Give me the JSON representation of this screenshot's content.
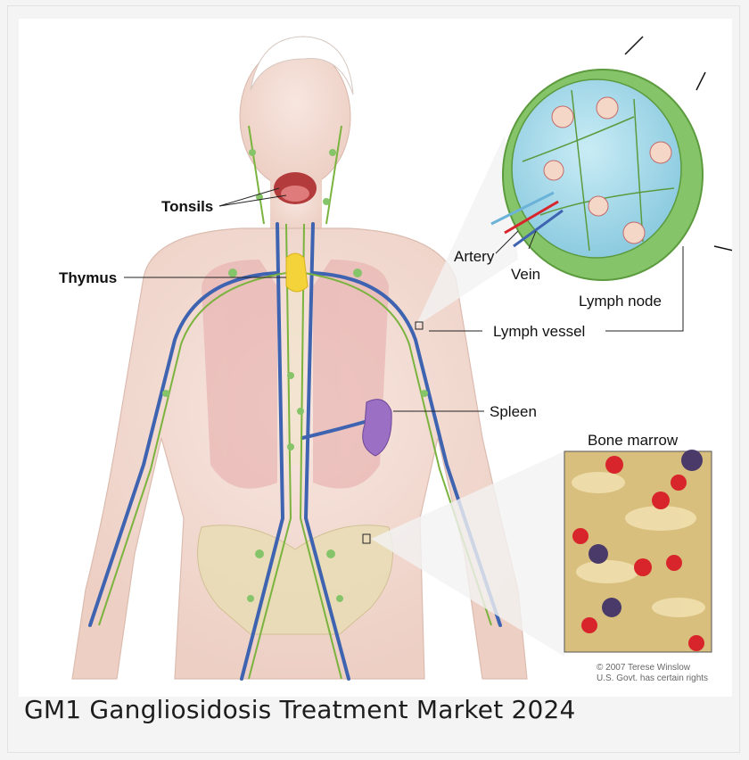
{
  "diagram": {
    "labels": {
      "tonsils": "Tonsils",
      "thymus": "Thymus",
      "artery": "Artery",
      "vein": "Vein",
      "lymph_node": "Lymph node",
      "lymph_vessel": "Lymph vessel",
      "spleen": "Spleen",
      "bone_marrow": "Bone marrow"
    },
    "credit_line1": "© 2007 Terese Winslow",
    "credit_line2": "U.S. Govt. has certain rights"
  },
  "caption": "GM1 Gangliosidosis Treatment Market 2024",
  "colors": {
    "skin": "#f2ddd6",
    "lymph": "#7bb33f",
    "vein": "#3e63b0",
    "bone": "#e9ddb5",
    "spleen": "#9b6fc4",
    "thymus": "#f3d23a",
    "node_green": "#86c46a",
    "marrow_bg": "#d9bf7e",
    "red_cell": "#d8242b"
  }
}
